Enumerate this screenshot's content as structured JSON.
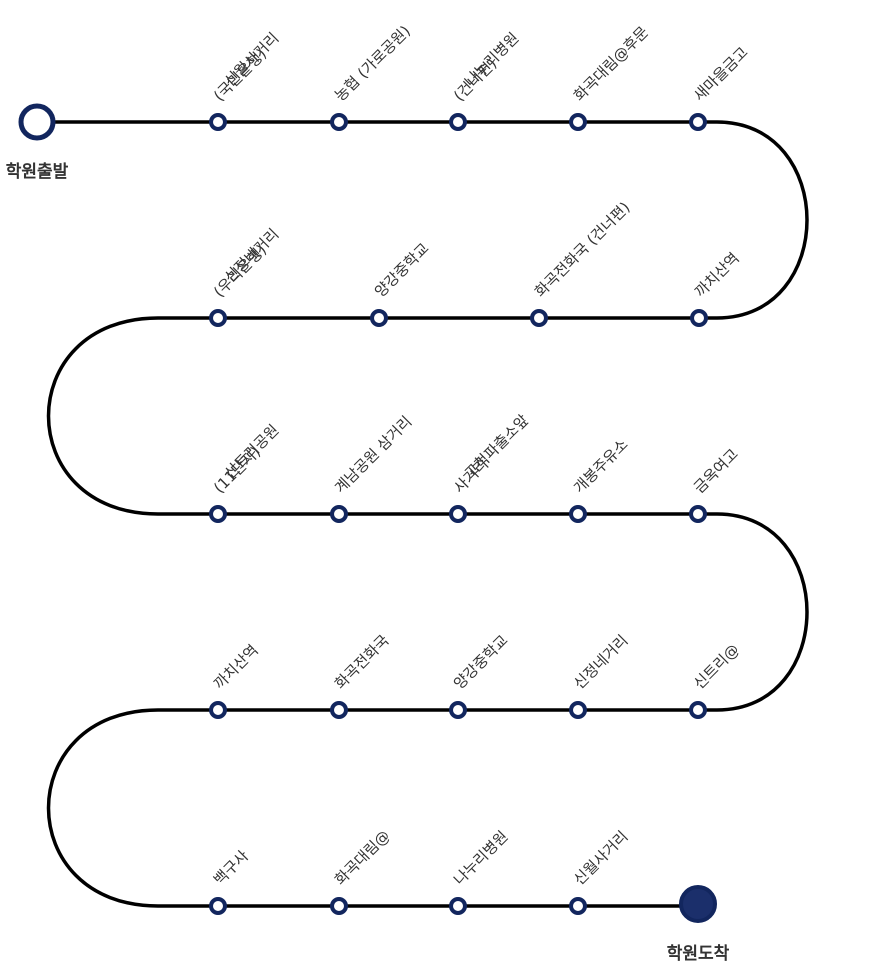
{
  "colors": {
    "route_line": "#000000",
    "stop_stroke": "#12265e",
    "stop_fill": "#ffffff",
    "arrival_fill": "#1b2f6b",
    "text": "#333333"
  },
  "start": {
    "label": "학원출발"
  },
  "end": {
    "label": "학원도착"
  },
  "rows": [
    {
      "stops": [
        {
          "lines": [
            "신월사거리",
            "(국민은행)"
          ]
        },
        {
          "lines": [
            "농협 (가로공원)"
          ]
        },
        {
          "lines": [
            "나누리병원",
            "(건너편)"
          ]
        },
        {
          "lines": [
            "화곡대림@후문"
          ]
        },
        {
          "lines": [
            "새마을금고"
          ]
        }
      ]
    },
    {
      "stops": [
        {
          "lines": [
            "신정네거리",
            "(우리은행)"
          ]
        },
        {
          "lines": [
            "양강중학교"
          ]
        },
        {
          "lines": [
            "화곡전화국 (건너편)"
          ]
        },
        {
          "lines": [
            "까치산역"
          ]
        }
      ]
    },
    {
      "stops": [
        {
          "lines": [
            "신트리공원",
            "(11단지)"
          ]
        },
        {
          "lines": [
            "계남공원 삼거리"
          ]
        },
        {
          "lines": [
            "고척파출소앞",
            "사거리"
          ]
        },
        {
          "lines": [
            "개봉주유소"
          ]
        },
        {
          "lines": [
            "금옥여고"
          ]
        }
      ]
    },
    {
      "stops": [
        {
          "lines": [
            "까치산역"
          ]
        },
        {
          "lines": [
            "화곡전화국"
          ]
        },
        {
          "lines": [
            "양강중학교"
          ]
        },
        {
          "lines": [
            "신정네거리"
          ]
        },
        {
          "lines": [
            "신트리@"
          ]
        }
      ]
    },
    {
      "stops": [
        {
          "lines": [
            "백구사"
          ]
        },
        {
          "lines": [
            "화곡대림@"
          ]
        },
        {
          "lines": [
            "나누리병원"
          ]
        },
        {
          "lines": [
            "신월사거리"
          ]
        }
      ]
    }
  ]
}
